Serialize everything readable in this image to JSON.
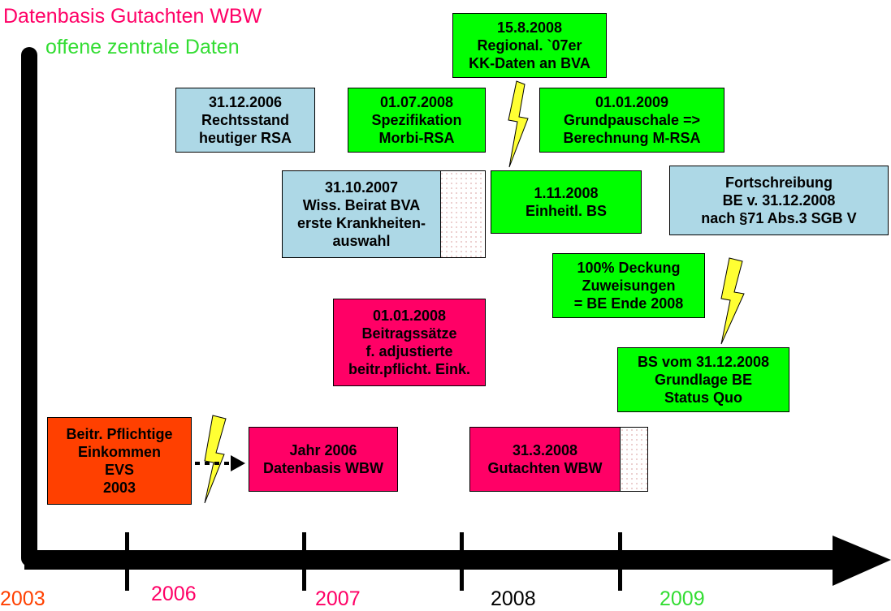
{
  "titles": {
    "line1": "Datenbasis Gutachten WBW",
    "line2": "offene zentrale Daten"
  },
  "colors": {
    "title": "#ff0066",
    "subtitle": "#33dd33",
    "box_blue": "#add8e6",
    "box_green": "#00ff00",
    "box_pink": "#ff0066",
    "box_orange": "#ff4000",
    "lightning": "#ffff33"
  },
  "boxes": {
    "regional": "15.8.2008\nRegional. `07er\nKK-Daten an BVA",
    "rechtsstand": "31.12.2006\nRechtsstand\nheutiger RSA",
    "spezifikation": "01.07.2008\nSpezifikation\nMorbi-RSA",
    "grundpauschale": "01.01.2009\nGrundpauschale =>\nBerechnung M-RSA",
    "beirat": "31.10.2007\nWiss. Beirat BVA\nerste Krankheiten-\nauswahl",
    "einheitl": "1.11.2008\nEinheitl. BS",
    "fortschreibung": "Fortschreibung\nBE v. 31.12.2008\nnach §71 Abs.3 SGB V",
    "deckung": "100% Deckung\nZuweisungen\n= BE Ende 2008",
    "beitragssaetze": "01.01.2008\nBeitragssätze\nf. adjustierte\nbeitr.pflicht. Eink.",
    "bs_vom": "BS vom 31.12.2008\nGrundlage BE\nStatus Quo",
    "evs": "Beitr. Pflichtige\nEinkommen\nEVS\n2003",
    "jahr2006": "Jahr 2006\nDatenbasis WBW",
    "gutachten": "31.3.2008\nGutachten WBW"
  },
  "years": {
    "y2003": "2003",
    "y2006": "2006",
    "y2007": "2007",
    "y2008": "2008",
    "y2009": "2009"
  },
  "year_colors": {
    "y2003": "#ff4000",
    "y2006": "#ff0066",
    "y2007": "#ff0066",
    "y2008": "#000000",
    "y2009": "#33dd33"
  },
  "icons": [
    "lightning-icon",
    "arrow-right-icon",
    "timeline-arrow"
  ]
}
